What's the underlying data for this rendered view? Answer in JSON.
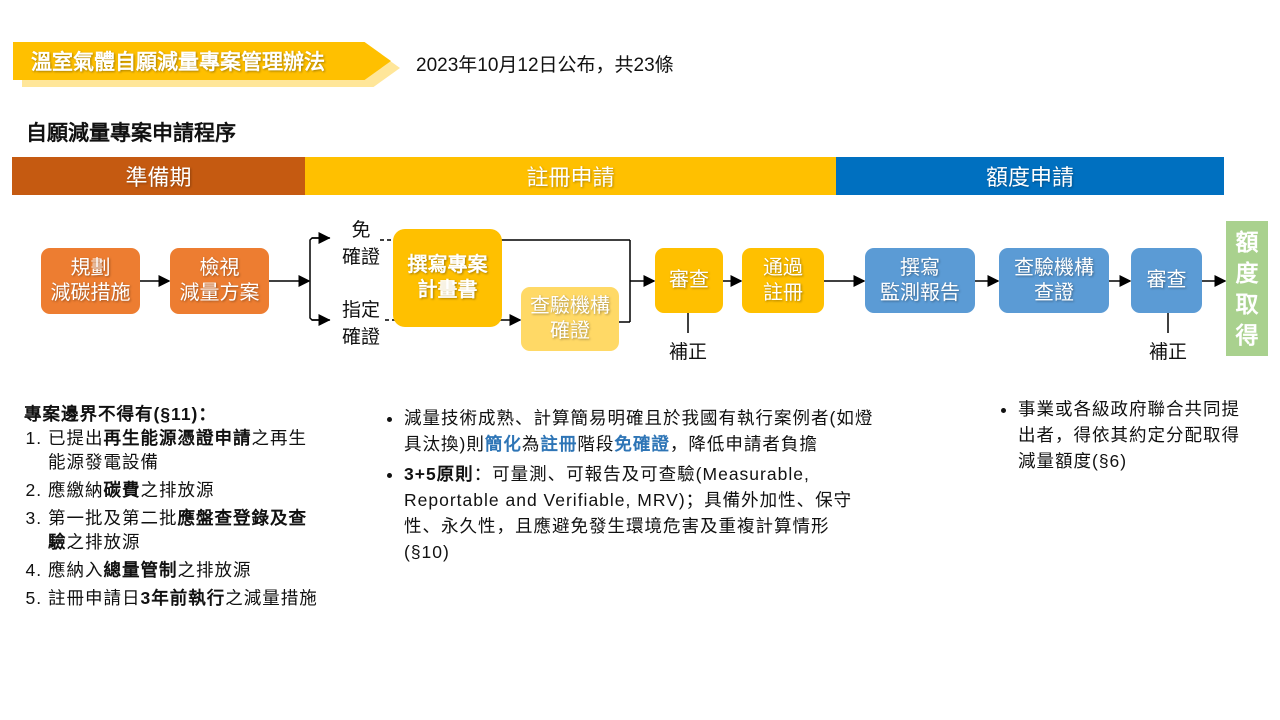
{
  "header": {
    "banner_title": "溫室氣體自願減量專案管理辦法",
    "date_note": "2023年10月12日公布，共23條"
  },
  "heading": "自願減量專案申請程序",
  "phases": [
    {
      "label": "準備期",
      "color": "#C55A11"
    },
    {
      "label": "註冊申請",
      "color": "#FFC000"
    },
    {
      "label": "額度申請",
      "color": "#0070C0"
    }
  ],
  "flow": {
    "plan": [
      "規劃",
      "減碳措施"
    ],
    "review_plan": [
      "檢視",
      "減量方案"
    ],
    "exempt": [
      "免",
      "確證"
    ],
    "designated": [
      "指定",
      "確證"
    ],
    "write_project": [
      "撰寫專案",
      "計畫書"
    ],
    "validation": [
      "查驗機構",
      "確證"
    ],
    "review1": "審查",
    "pass": [
      "通過",
      "註冊"
    ],
    "monitor": [
      "撰寫",
      "監測報告"
    ],
    "verification": [
      "查驗機構",
      "查證"
    ],
    "review2": "審查",
    "correction1": "補正",
    "correction2": "補正",
    "credit": [
      "額",
      "度",
      "取",
      "得"
    ]
  },
  "left_block": {
    "title": "專案邊界不得有(§11)：",
    "items": [
      [
        {
          "t": "已提出"
        },
        {
          "t": "再生能源憑證申請",
          "b": true
        },
        {
          "t": "之再生能源發電設備"
        }
      ],
      [
        {
          "t": "應繳納"
        },
        {
          "t": "碳費",
          "b": true
        },
        {
          "t": "之排放源"
        }
      ],
      [
        {
          "t": "第一批及第二批"
        },
        {
          "t": "應盤查登錄及查驗",
          "b": true
        },
        {
          "t": "之排放源"
        }
      ],
      [
        {
          "t": "應納入"
        },
        {
          "t": "總量管制",
          "b": true
        },
        {
          "t": "之排放源"
        }
      ],
      [
        {
          "t": "註冊申請日"
        },
        {
          "t": "3年前執行",
          "b": true
        },
        {
          "t": "之減量措施"
        }
      ]
    ]
  },
  "middle_block": [
    [
      {
        "t": "減量技術成熟、計算簡易明確且於我國有執行案例者(如燈具汰換)則"
      },
      {
        "t": "簡化",
        "c": true
      },
      {
        "t": "為"
      },
      {
        "t": "註冊",
        "c": true
      },
      {
        "t": "階段"
      },
      {
        "t": "免確證",
        "c": true
      },
      {
        "t": "，降低申請者負擔"
      }
    ],
    [
      {
        "t": "3+5原則",
        "b": true
      },
      {
        "t": "：可量測、可報告及可查驗(Measurable, Reportable and Verifiable, MRV)；具備外加性、保守性、永久性，且應避免發生環境危害及重複計算情形(§10)"
      }
    ]
  ],
  "right_block": [
    [
      {
        "t": "事業或各級政府聯合共同提出者，得依其約定分配取得減量額度(§6)"
      }
    ]
  ]
}
